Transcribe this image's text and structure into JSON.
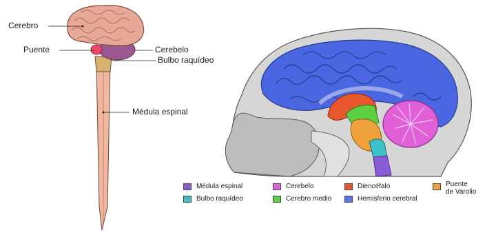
{
  "left_labels": {
    "cerebro": "Cerebro",
    "puente": "Puente",
    "cerebelo": "Cerebelo",
    "bulbo": "Bulbo raquídeo",
    "medula": "Médula espinal"
  },
  "legend": [
    {
      "id": "medula",
      "label": "Médula espinal",
      "color": "#8a5cd6"
    },
    {
      "id": "cerebelo",
      "label": "Cerebelo",
      "color": "#e060d8"
    },
    {
      "id": "diencefalo",
      "label": "Diencéfalo",
      "color": "#e8582c"
    },
    {
      "id": "puente",
      "label": "Puente de Varolio",
      "label_lines": [
        "Puente",
        "de Varolio"
      ],
      "color": "#f0a23a"
    },
    {
      "id": "bulbo",
      "label": "Bulbo raquídeo",
      "color": "#3cc2c8"
    },
    {
      "id": "cerebro-medio",
      "label": "Cerebro medio",
      "color": "#5cd040"
    },
    {
      "id": "hemisferio",
      "label": "Hemisferio cerebral",
      "color": "#5a78e6"
    }
  ],
  "colors": {
    "brain_pink": "#e8a898",
    "spinal_cord": "#f0b8a0",
    "cerebellum_left": "#9a5a90",
    "head_gray": "#c8c8c8",
    "hemisphere_blue": "#4a66e0"
  }
}
